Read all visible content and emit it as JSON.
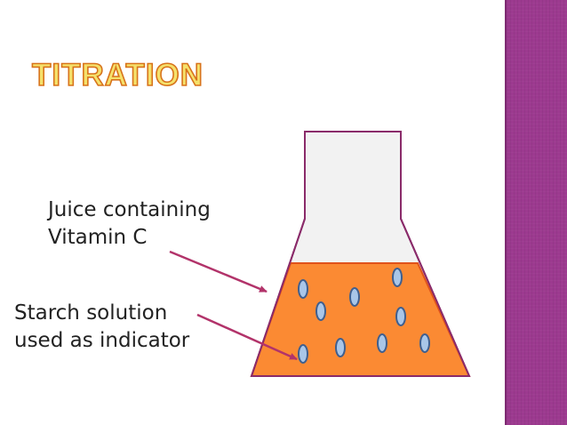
{
  "title": "TITRATION",
  "labels": {
    "juice_line1": "Juice containing",
    "juice_line2": "Vitamin C",
    "starch_line1": "Starch solution",
    "starch_line2": "used as indicator"
  },
  "colors": {
    "title_fill": "#f5e16b",
    "title_stroke": "#d8731b",
    "liquid": "#fb8a33",
    "liquid_edge": "#e0531b",
    "flask_fill": "#f2f2f2",
    "flask_stroke": "#8a2b6a",
    "arrow": "#b2336a",
    "bubble_fill": "#a9c6e8",
    "bubble_stroke": "#3f5f8f",
    "sidebar": "#9c3a8f"
  }
}
